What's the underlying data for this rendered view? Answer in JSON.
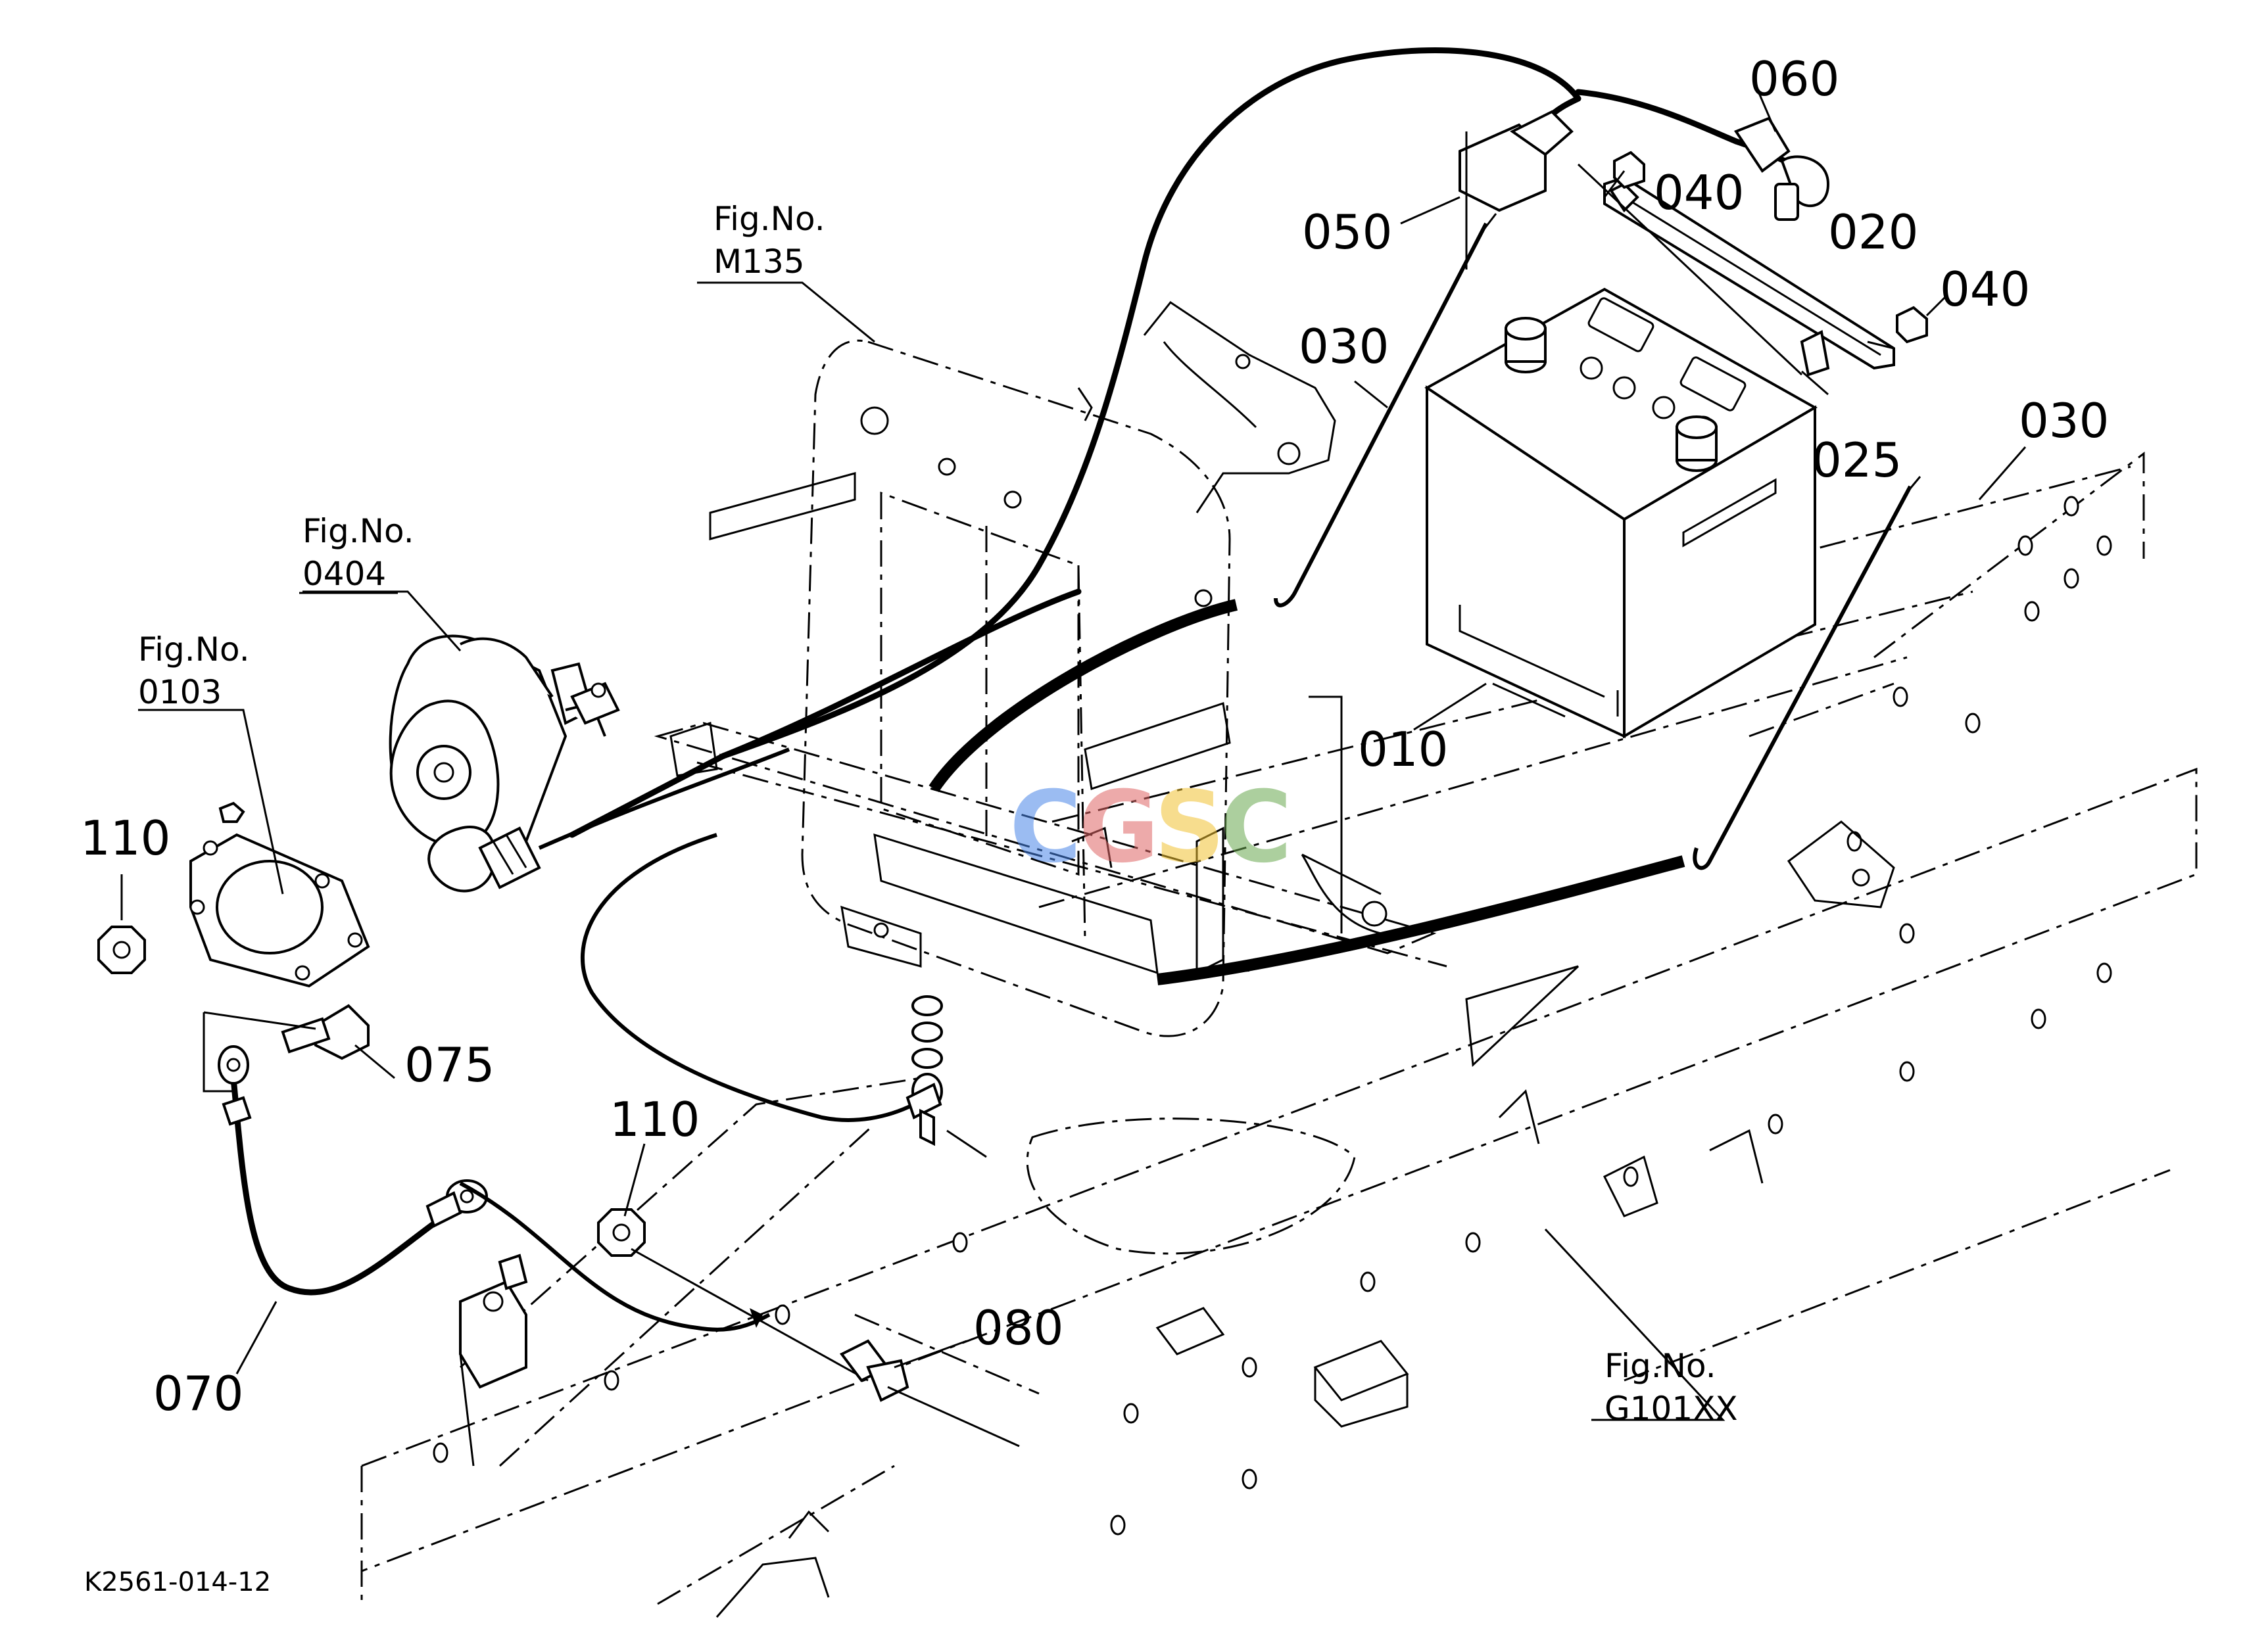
{
  "labels": {
    "p010": "010",
    "p020": "020",
    "p025": "025",
    "p030a": "030",
    "p030b": "030",
    "p040a": "040",
    "p040b": "040",
    "p050": "050",
    "p060": "060",
    "p070": "070",
    "p075": "075",
    "p080": "080",
    "p110a": "110",
    "p110b": "110"
  },
  "figrefs": {
    "m135": {
      "title": "Fig.No.",
      "num": "M135"
    },
    "f0404": {
      "title": "Fig.No.",
      "num": "0404"
    },
    "f0103": {
      "title": "Fig.No.",
      "num": "0103"
    },
    "g101xx": {
      "title": "Fig.No.",
      "num": "G101XX"
    }
  },
  "diagram_code": "K2561-014-12",
  "watermark": {
    "letters": [
      "C",
      "G",
      "S",
      "C"
    ],
    "colors": [
      "#4a86e8",
      "#e06666",
      "#f1c232",
      "#6aa84f"
    ]
  }
}
